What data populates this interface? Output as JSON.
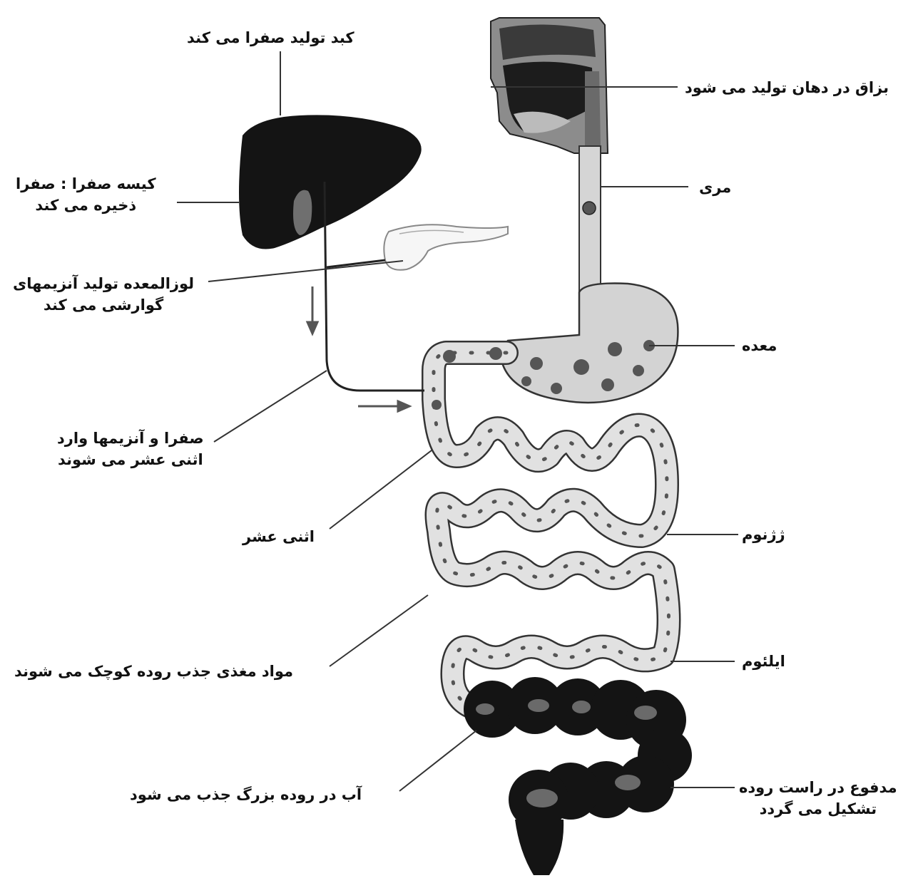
{
  "diagram": {
    "colors": {
      "ink": "#111111",
      "organ_dark": "#141414",
      "organ_light": "#d9d9d9",
      "tract_outline": "#333333",
      "spot": "#4a4a4a"
    },
    "labels": {
      "liver": "کبد تولید صفرا می کند",
      "saliva": "بزاق در دهان تولید می شود",
      "gallbladder_line1": "کیسه صفرا : صفرا",
      "gallbladder_line2": "ذخیره می کند",
      "esophagus": "مری",
      "pancreas_line1": "لوزالمعده تولید آنزیمهای",
      "pancreas_line2": "گوارشی می کند",
      "stomach": "معده",
      "bile_enzymes_line1": "صفرا و آنزیمها وارد",
      "bile_enzymes_line2": "اثنی عشر می شوند",
      "duodenum": "اثنی عشر",
      "jejunum": "ژژنوم",
      "nutrients": "مواد مغذی جذب روده کوچک می شوند",
      "ileum": "ایلئوم",
      "water": "آب در روده بزرگ جذب می شود",
      "feces_line1": "مدفوع در راست روده",
      "feces_line2": "تشکیل می گردد"
    }
  }
}
